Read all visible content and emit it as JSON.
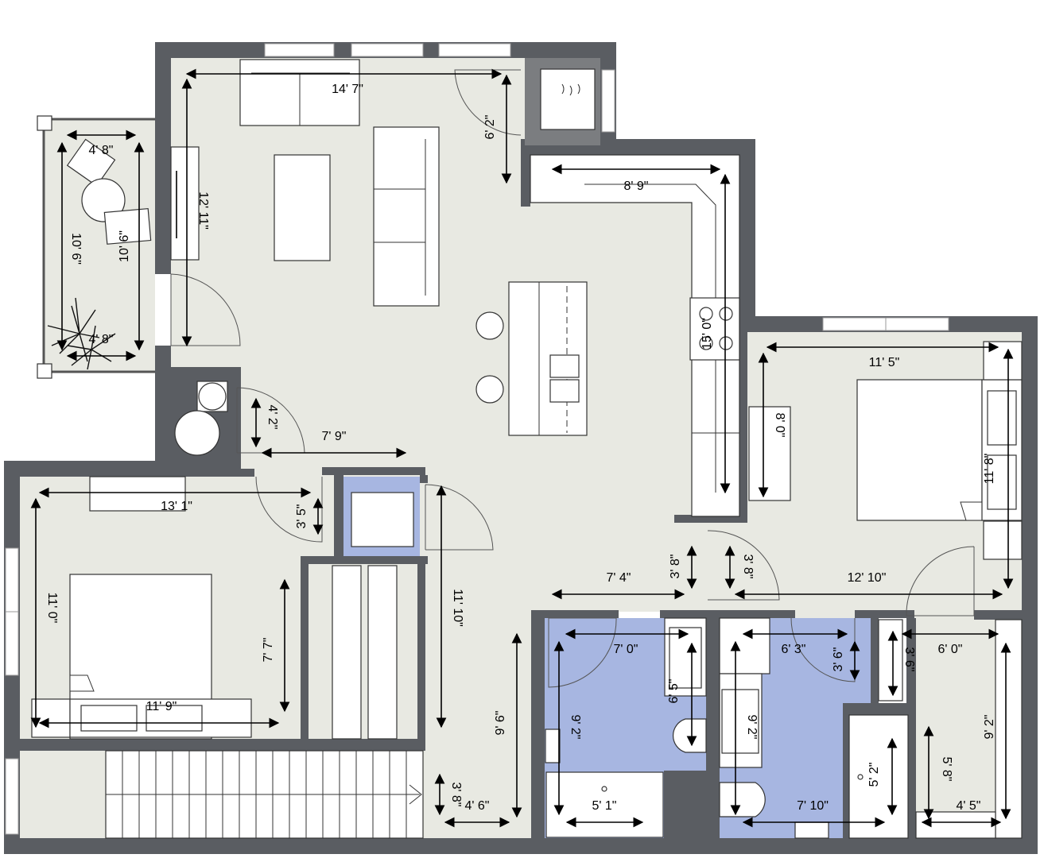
{
  "plan": {
    "type": "floor-plan",
    "colors": {
      "wall": "#5a5d62",
      "floor": "#e8e9e2",
      "bathroom": "#a7b6e1",
      "fireplace": "#7b7d80"
    },
    "dimensions": [
      "14' 7\"",
      "6' 2\"",
      "4' 8\"",
      "10' 6\"",
      "10' 6\"",
      "4' 8\"",
      "12' 11\"",
      "8' 9\"",
      "15' 0\"",
      "11' 5\"",
      "8' 0\"",
      "11' 8\"",
      "4' 2\"",
      "7' 9\"",
      "13' 1\"",
      "3' 5\"",
      "11' 10\"",
      "11' 0\"",
      "7' 7\"",
      "11' 9\"",
      "7' 4\"",
      "3' 8\"",
      "3' 8\"",
      "12' 10\"",
      "7' 0\"",
      "6' 5\"",
      "9' 2\"",
      "9' 6\"",
      "6' 3\"",
      "3' 6\"",
      "9' 2\"",
      "6' 0\"",
      "3' 6\"",
      "9' 2\"",
      "5' 8\"",
      "5' 2\"",
      "3' 8\"",
      "4' 6\"",
      "5' 1\"",
      "7' 10\"",
      "4' 5\""
    ]
  }
}
